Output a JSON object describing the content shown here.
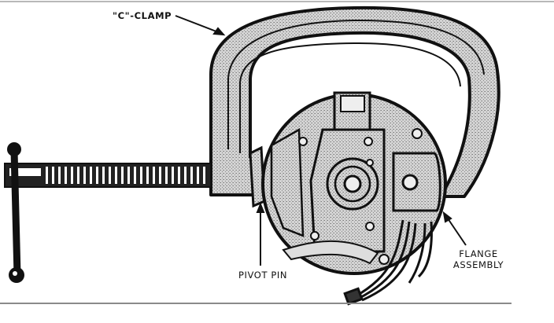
{
  "figure": {
    "subject": "C-clamp compressing distributor flange assembly at pivot pin",
    "labels": {
      "c_clamp": "\"C\"-CLAMP",
      "pivot_pin": "PIVOT PIN",
      "flange_line1": "FLANGE",
      "flange_line2": "ASSEMBLY"
    },
    "colors": {
      "ink": "#111111",
      "shade": "#bdbdbd",
      "background": "#ffffff",
      "rule": "#8a8a8a"
    }
  }
}
